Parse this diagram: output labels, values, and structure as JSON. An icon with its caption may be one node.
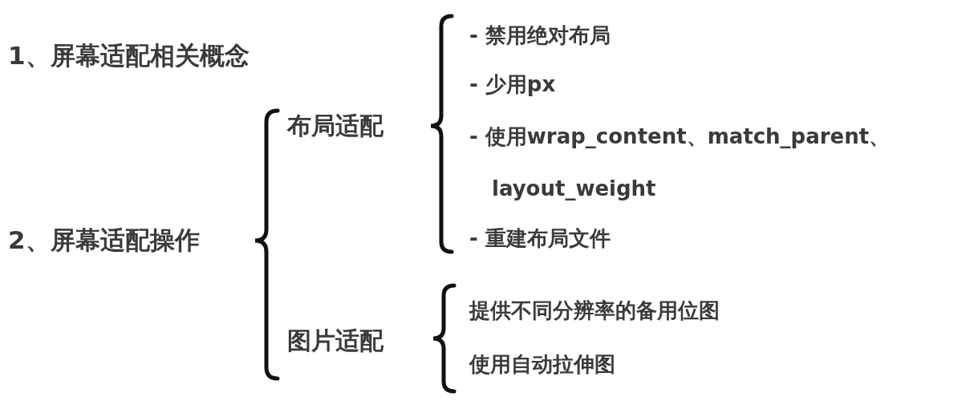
{
  "diagram": {
    "labels": [
      "- 禁用绝对布局",
      "1、屏幕适配相关概念",
      "- 少用px",
      "布局适配",
      "- 使用wrap_content、match_parent、layout_weight",
      "2、屏幕适配操作",
      "- 重建布局文件",
      "提供不同分辨率的备用位图",
      "图片适配",
      "使用自动拉伸图"
    ]
  }
}
